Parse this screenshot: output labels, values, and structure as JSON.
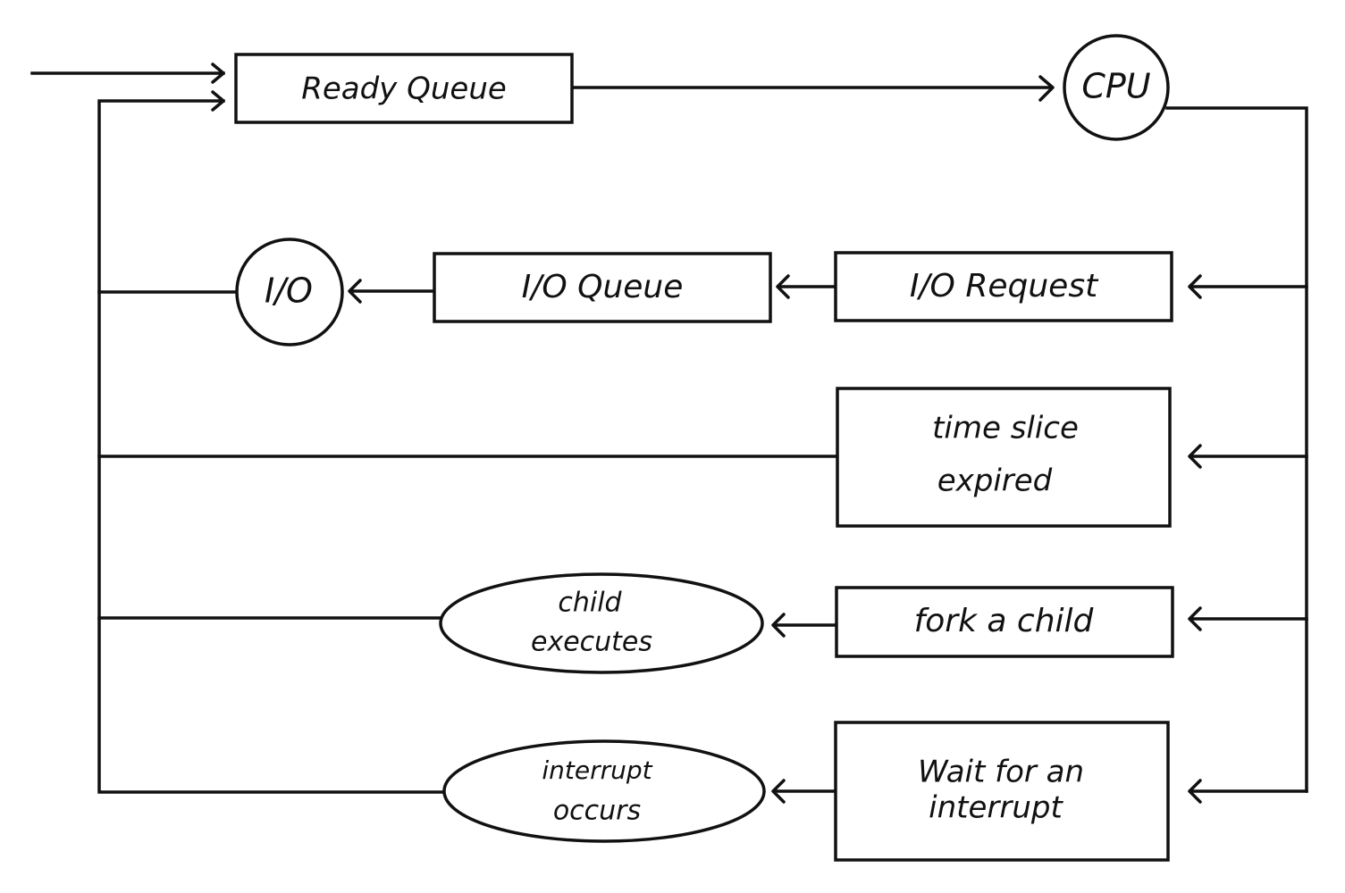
{
  "diagram": {
    "ready_queue": "Ready Queue",
    "cpu": "CPU",
    "io_request": "I/O Request",
    "io_queue": "I/O Queue",
    "io_device": "I/O",
    "time_slice_line1": "time slice",
    "time_slice_line2": "expired",
    "fork_child": "fork a child",
    "child_executes_line1": "child",
    "child_executes_line2": "executes",
    "wait_interrupt_line1": "Wait for an",
    "wait_interrupt_line2": "interrupt",
    "interrupt_occurs_line1": "interrupt",
    "interrupt_occurs_line2": "occurs"
  }
}
